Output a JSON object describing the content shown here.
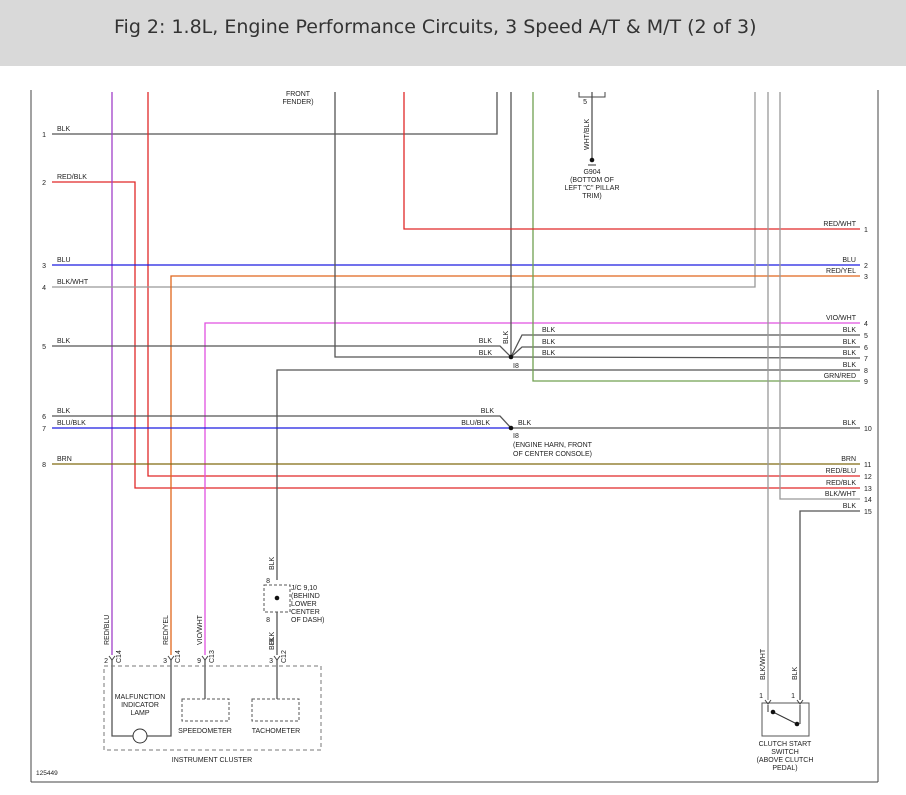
{
  "title": "Fig 2: 1.8L, Engine Performance Circuits, 3 Speed A/T & M/T (2 of 3)",
  "figure_number": "125449",
  "colors": {
    "black": "#555555",
    "red": "#e02828",
    "blue": "#1c1ce0",
    "orange": "#e0661c",
    "violet": "#e050e0",
    "purple": "#a040c8",
    "green": "#70a050",
    "brown": "#806a10",
    "gray": "#999999",
    "box": "#666666"
  },
  "top_labels": {
    "front_fender": [
      "FRONT",
      "FENDER)"
    ],
    "g904": [
      "G904",
      "(BOTTOM OF",
      "LEFT \"C\" PILLAR",
      "TRIM)"
    ],
    "g904_wire": "WHT/BLK",
    "g904_pin": "5"
  },
  "left_pins": [
    {
      "num": "1",
      "color": "BLK"
    },
    {
      "num": "2",
      "color": "RED/BLK"
    },
    {
      "num": "3",
      "color": "BLU"
    },
    {
      "num": "4",
      "color": "BLK/WHT"
    },
    {
      "num": "5",
      "color": "BLK"
    },
    {
      "num": "6",
      "color": "BLK"
    },
    {
      "num": "7",
      "color": "BLU/BLK"
    },
    {
      "num": "8",
      "color": "BRN"
    }
  ],
  "right_pins": [
    {
      "num": "1",
      "color": "RED/WHT"
    },
    {
      "num": "2",
      "color": "BLU"
    },
    {
      "num": "3",
      "color": "RED/YEL"
    },
    {
      "num": "4",
      "color": "VIO/WHT"
    },
    {
      "num": "5",
      "color": "BLK"
    },
    {
      "num": "6",
      "color": "BLK"
    },
    {
      "num": "7",
      "color": "BLK"
    },
    {
      "num": "8",
      "color": "BLK"
    },
    {
      "num": "9",
      "color": "GRN/RED"
    },
    {
      "num": "10",
      "color": "BLK"
    },
    {
      "num": "11",
      "color": "BRN"
    },
    {
      "num": "12",
      "color": "RED/BLU"
    },
    {
      "num": "13",
      "color": "RED/BLK"
    },
    {
      "num": "14",
      "color": "BLK/WHT"
    },
    {
      "num": "15",
      "color": "BLK"
    }
  ],
  "splice_upper": {
    "name": "I8",
    "wires": {
      "in1": "BLK",
      "in2": "BLK",
      "vert": "BLK",
      "out1": "BLK",
      "out2": "BLK",
      "out3": "BLK"
    }
  },
  "splice_lower": {
    "lines": [
      "I8",
      "(ENGINE HARN, FRONT",
      "OF CENTER CONSOLE)"
    ],
    "wires": {
      "in1": "BLK",
      "in2": "BLU/BLK",
      "out": "BLK"
    }
  },
  "jc": {
    "lines": [
      "J/C 9,10",
      "(BEHIND",
      "LOWER",
      "CENTER",
      "OF DASH)"
    ],
    "wire_top": "BLK",
    "wire_bottom": "BLK",
    "pin_top": "8",
    "pin_bottom": "8"
  },
  "cluster": {
    "label": "INSTRUMENT CLUSTER",
    "mil_lines": [
      "MALFUNCTION",
      "INDICATOR",
      "LAMP"
    ],
    "speedometer": "SPEEDOMETER",
    "tachometer": "TACHOMETER",
    "connectors": [
      {
        "wire": "RED/BLU",
        "pin": "2",
        "conn": "C14"
      },
      {
        "wire": "RED/YEL",
        "pin": "3",
        "conn": "C14"
      },
      {
        "wire": "VIO/WHT",
        "pin": "9",
        "conn": "C13"
      },
      {
        "wire": "BLK",
        "pin": "3",
        "conn": "C12"
      }
    ]
  },
  "clutch": {
    "lines": [
      "CLUTCH START",
      "SWITCH",
      "(ABOVE CLUTCH",
      "PEDAL)"
    ],
    "wires": [
      {
        "wire": "BLK/WHT",
        "pin": "1"
      },
      {
        "wire": "BLK",
        "pin": "1"
      }
    ]
  }
}
